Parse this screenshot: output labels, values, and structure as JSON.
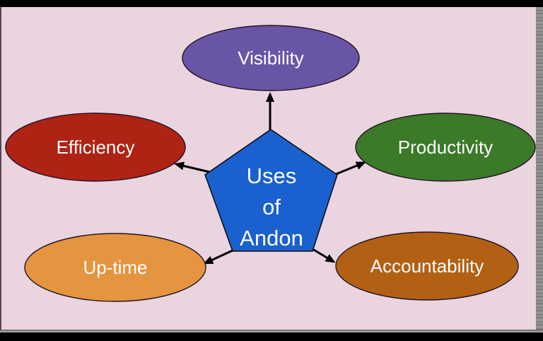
{
  "diagram": {
    "background_color": "#E9D4DF",
    "text_color": "#FFFFFF",
    "arrow_color": "#000000",
    "center": {
      "shape": "pentagon",
      "fill": "#1A60CE",
      "label": "Uses of Andon",
      "label_lines": [
        "Uses",
        "of",
        "Andon"
      ]
    },
    "nodes": [
      {
        "label": "Visibility",
        "fill": "#6955A5",
        "position": "top"
      },
      {
        "label": "Efficiency",
        "fill": "#AF2314",
        "position": "left"
      },
      {
        "label": "Productivity",
        "fill": "#3A7A28",
        "position": "right"
      },
      {
        "label": "Up-time",
        "fill": "#E5943F",
        "position": "bottom-left"
      },
      {
        "label": "Accountability",
        "fill": "#B26114",
        "position": "bottom-right"
      }
    ]
  },
  "frame": {
    "top_bar_color": "#000000",
    "bottom_bar_color": "#000000",
    "right_strip_color": "#8d8d8d",
    "left_edge_color": "#564650"
  }
}
